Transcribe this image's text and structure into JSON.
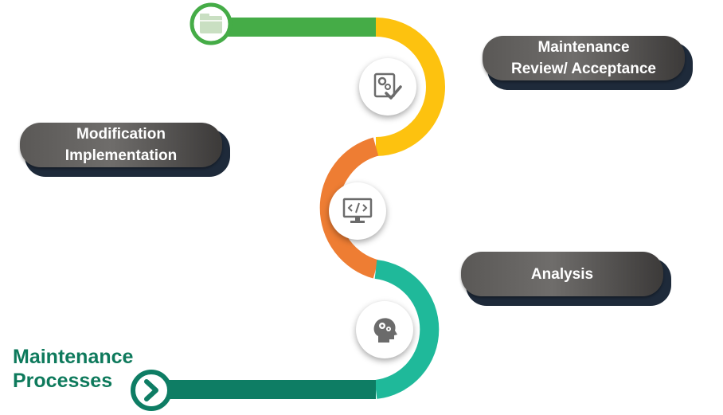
{
  "title": {
    "line1": "Maintenance",
    "line2": "Processes"
  },
  "stages": [
    {
      "label_line1": "Maintenance",
      "label_line2": "Review/ Acceptance",
      "icon": "gear-check-icon",
      "color": "#fdc20f"
    },
    {
      "label_line1": "Modification",
      "label_line2": "Implementation",
      "icon": "monitor-code-icon",
      "color": "#ee7d33"
    },
    {
      "label_line1": "Analysis",
      "label_line2": "",
      "icon": "head-gears-icon",
      "color": "#1fb99a"
    }
  ],
  "colors": {
    "start_segment": "#45ac47",
    "end_segment": "#0e7d64",
    "title": "#0e7a5c",
    "pill_shadow": "#1e2a3a",
    "icon_gray": "#6b6b6b"
  },
  "markers": {
    "start": "folder-icon",
    "end": "chevron-right-icon"
  }
}
